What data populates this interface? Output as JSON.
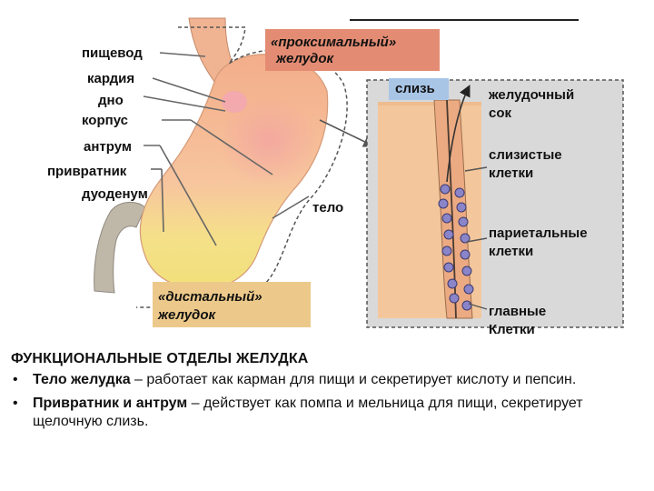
{
  "labels": {
    "esophagus": "пищевод",
    "cardia": "кардия",
    "fundus": "дно",
    "corpus": "корпус",
    "antrum": "антрум",
    "pylorus": "привратник",
    "duodenum": "дуоденум",
    "body": "тело",
    "proximal_line1": "«проксимальный»",
    "proximal_line2": "желудок",
    "distal_line1": "«дистальный»",
    "distal_line2": "желудок",
    "mucus": "слизь",
    "gastric_juice_line1": "желудочный",
    "gastric_juice_line2": "сок",
    "mucous_cells_line1": "слизистые",
    "mucous_cells_line2": "клетки",
    "parietal_cells_line1": "париетальные",
    "parietal_cells_line2": "клетки",
    "chief_cells_line1": "главные",
    "chief_cells_line2": "Клетки"
  },
  "text": {
    "heading": "ФУНКЦИОНАЛЬНЫЕ ОТДЕЛЫ ЖЕЛУДКА",
    "bullets": [
      {
        "term": "Тело желудка",
        "rest": " – работает как карман для пищи и секретирует кислоту и пепсин."
      },
      {
        "term": "Привратник и антрум",
        "rest": " – действует как помпа и мельница для пищи, секретирует щелочную слизь."
      }
    ]
  },
  "colors": {
    "proximal_box": "#e38c73",
    "distal_box": "#ecc98a",
    "mucus_box": "#a9c5e6",
    "inset_bg": "#d8d8d8",
    "stomach_upper": "#f2b08e",
    "stomach_lower": "#f3e07d"
  }
}
